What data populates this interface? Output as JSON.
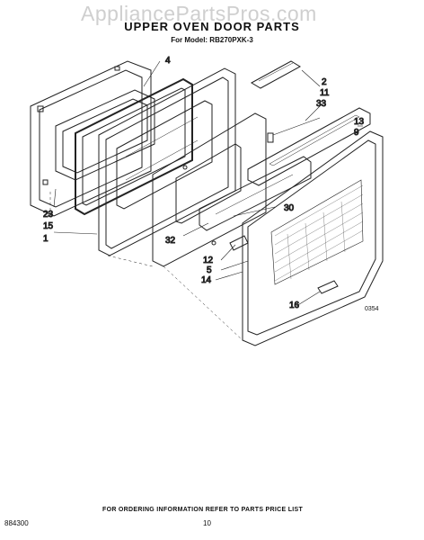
{
  "watermark": "AppliancePartsPros.com",
  "title": "UPPER OVEN DOOR PARTS",
  "model": "For Model: RB270PXK-3",
  "callouts": {
    "c4": "4",
    "c2": "2",
    "c11": "11",
    "c33": "33",
    "c13": "13",
    "c9": "9",
    "c23": "23",
    "c15": "15",
    "c1": "1",
    "c30": "30",
    "c32": "32",
    "c12": "12",
    "c5": "5",
    "c14": "14",
    "c16": "16"
  },
  "figure_code": "0354",
  "footer": {
    "note": "FOR ORDERING INFORMATION REFER TO PARTS PRICE LIST",
    "doc_number": "884300",
    "page_number": "10"
  }
}
